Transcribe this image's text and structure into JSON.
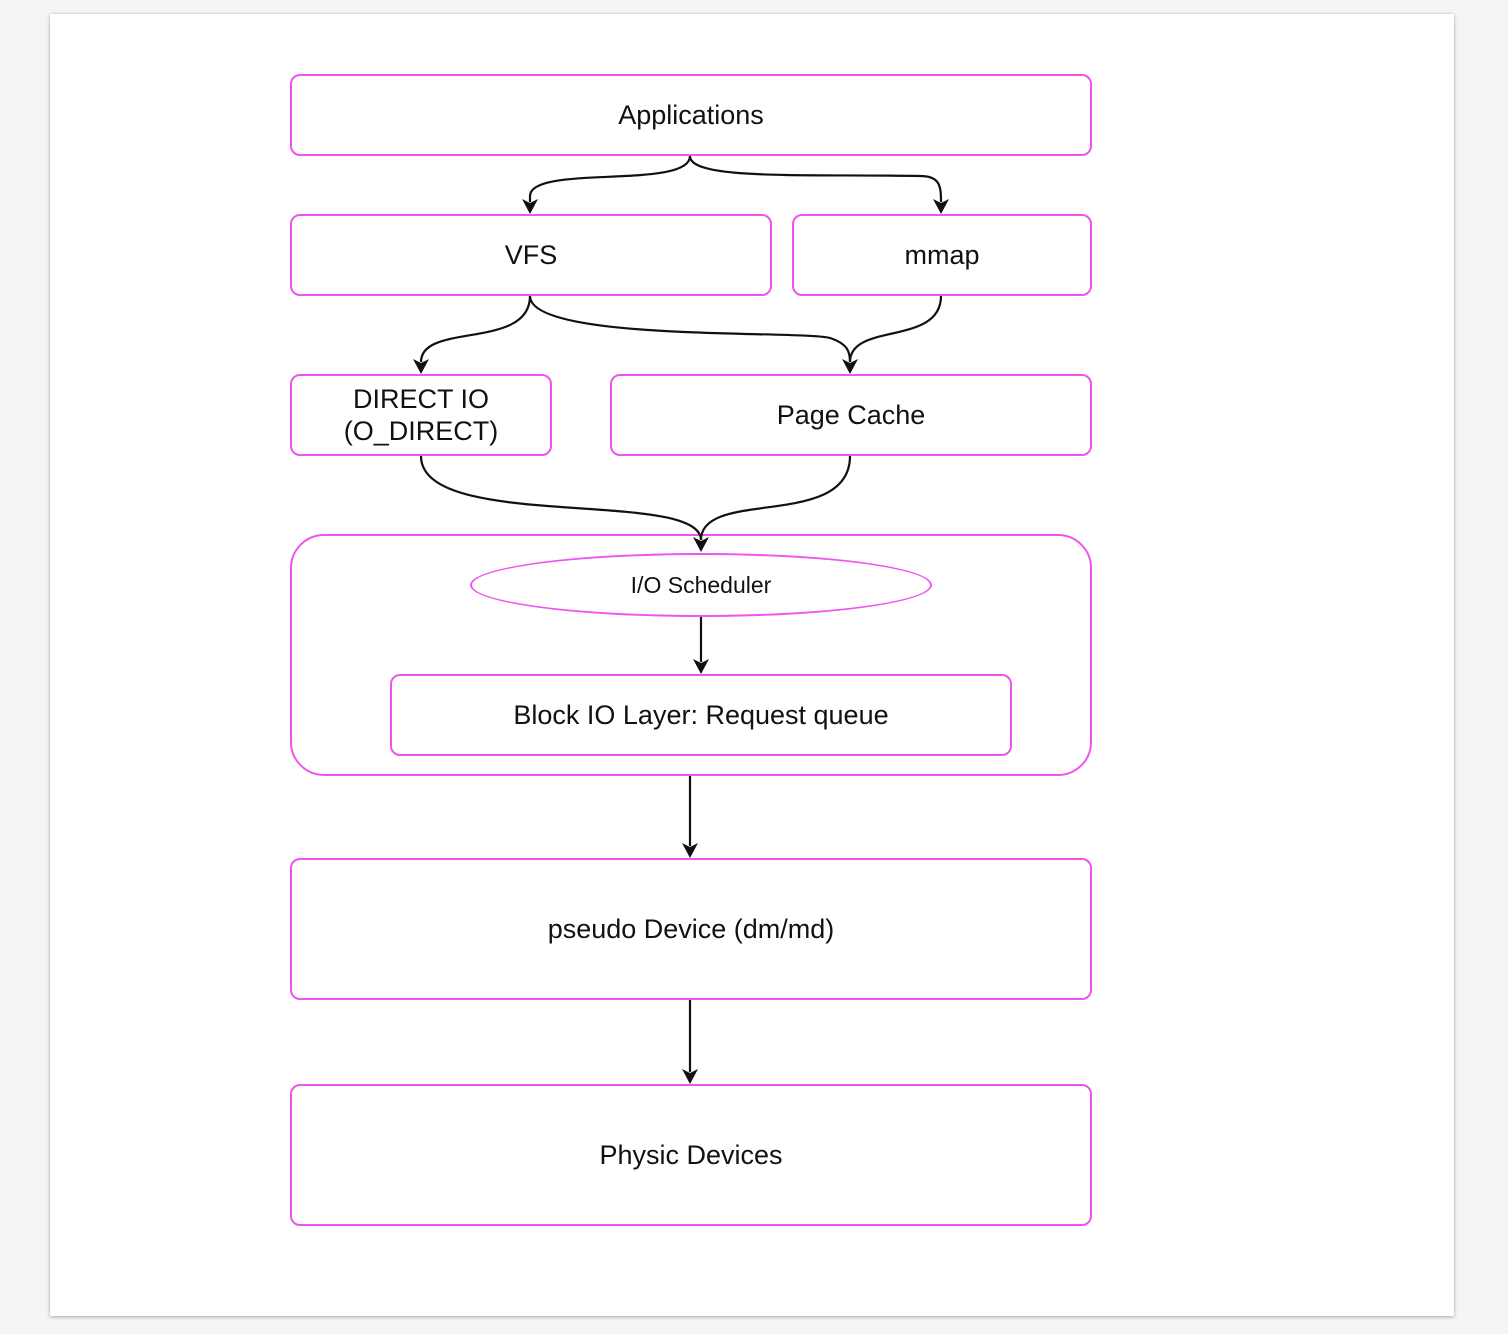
{
  "diagram": {
    "nodes": {
      "applications": "Applications",
      "vfs": "VFS",
      "mmap": "mmap",
      "direct_io_line1": "DIRECT IO",
      "direct_io_line2": "(O_DIRECT)",
      "page_cache": "Page Cache",
      "io_scheduler": "I/O Scheduler",
      "block_io_layer": "Block IO Layer: Request queue",
      "pseudo_device": "pseudo Device (dm/md)",
      "physic_devices": "Physic Devices"
    },
    "edges": [
      {
        "from": "applications",
        "to": "vfs"
      },
      {
        "from": "applications",
        "to": "mmap"
      },
      {
        "from": "vfs",
        "to": "direct_io"
      },
      {
        "from": "vfs",
        "to": "page_cache"
      },
      {
        "from": "mmap",
        "to": "page_cache"
      },
      {
        "from": "direct_io",
        "to": "io_scheduler"
      },
      {
        "from": "page_cache",
        "to": "io_scheduler"
      },
      {
        "from": "io_scheduler",
        "to": "block_io_layer"
      },
      {
        "from": "block_io_layer",
        "to": "pseudo_device"
      },
      {
        "from": "pseudo_device",
        "to": "physic_devices"
      }
    ],
    "colors": {
      "node_border": "#ee55ee",
      "edge": "#111111",
      "text": "#111111"
    }
  }
}
